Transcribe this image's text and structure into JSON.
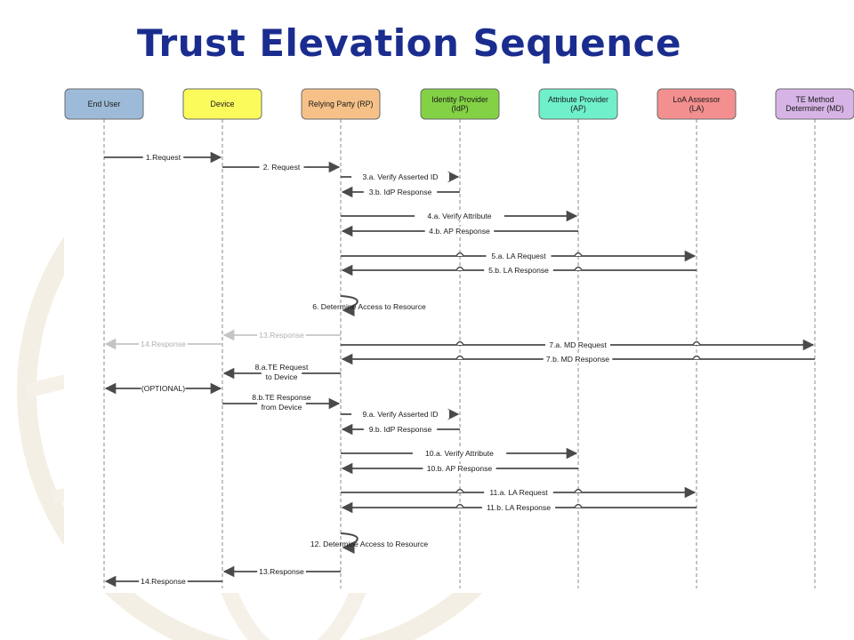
{
  "slide": {
    "title": "Trust Elevation Sequence"
  },
  "participants": [
    {
      "id": "eu",
      "lines": [
        "End User"
      ],
      "fill": "#9dbbd8"
    },
    {
      "id": "dev",
      "lines": [
        "Device"
      ],
      "fill": "#fbfb5c"
    },
    {
      "id": "rp",
      "lines": [
        "Relying Party (RP)"
      ],
      "fill": "#f6c188"
    },
    {
      "id": "idp",
      "lines": [
        "Identity Provider",
        "(IdP)"
      ],
      "fill": "#83d144"
    },
    {
      "id": "ap",
      "lines": [
        "Attribute Provider",
        "(AP)"
      ],
      "fill": "#6ff0cb"
    },
    {
      "id": "la",
      "lines": [
        "LoA Assessor",
        "(LA)"
      ],
      "fill": "#f48f8f"
    },
    {
      "id": "md",
      "lines": [
        "TE Method",
        "Determiner (MD)"
      ],
      "fill": "#d7b4e6"
    }
  ],
  "messages": [
    {
      "from": "eu",
      "to": "dev",
      "lines": [
        "1.Request"
      ]
    },
    {
      "from": "dev",
      "to": "rp",
      "lines": [
        "2. Request"
      ]
    },
    {
      "from": "rp",
      "to": "idp",
      "lines": [
        "3.a. Verify Asserted ID"
      ]
    },
    {
      "from": "idp",
      "to": "rp",
      "lines": [
        "3.b. IdP Response"
      ]
    },
    {
      "from": "rp",
      "to": "ap",
      "lines": [
        "4.a. Verify Attribute"
      ]
    },
    {
      "from": "ap",
      "to": "rp",
      "lines": [
        "4.b. AP Response"
      ]
    },
    {
      "from": "rp",
      "to": "la",
      "lines": [
        "5.a. LA Request"
      ]
    },
    {
      "from": "la",
      "to": "rp",
      "lines": [
        "5.b. LA Response"
      ]
    },
    {
      "from": "rp",
      "to": "rp",
      "self": true,
      "lines": [
        "6. Determine Access to Resource"
      ]
    },
    {
      "from": "rp",
      "to": "dev",
      "gray": true,
      "lines": [
        "13.Response"
      ]
    },
    {
      "from": "dev",
      "to": "eu",
      "gray": true,
      "lines": [
        "14.Response"
      ]
    },
    {
      "from": "rp",
      "to": "md",
      "lines": [
        "7.a. MD Request"
      ]
    },
    {
      "from": "md",
      "to": "rp",
      "lines": [
        "7.b. MD Response"
      ]
    },
    {
      "from": "rp",
      "to": "dev",
      "lines": [
        "8.a.TE Request",
        "to Device"
      ]
    },
    {
      "from": "eu",
      "to": "dev",
      "both": true,
      "lines": [
        "(OPTIONAL)"
      ]
    },
    {
      "from": "dev",
      "to": "rp",
      "lines": [
        "8.b.TE Response",
        "from Device"
      ]
    },
    {
      "from": "rp",
      "to": "idp",
      "lines": [
        "9.a. Verify Asserted ID"
      ]
    },
    {
      "from": "idp",
      "to": "rp",
      "lines": [
        "9.b. IdP Response"
      ]
    },
    {
      "from": "rp",
      "to": "ap",
      "lines": [
        "10.a. Verify Attribute"
      ]
    },
    {
      "from": "ap",
      "to": "rp",
      "lines": [
        "10.b. AP Response"
      ]
    },
    {
      "from": "rp",
      "to": "la",
      "lines": [
        "11.a. LA Request"
      ]
    },
    {
      "from": "la",
      "to": "rp",
      "lines": [
        "11.b. LA Response"
      ]
    },
    {
      "from": "rp",
      "to": "rp",
      "self": true,
      "lines": [
        "12. Determine Access to Resource"
      ]
    },
    {
      "from": "rp",
      "to": "dev",
      "lines": [
        "13.Response"
      ]
    },
    {
      "from": "dev",
      "to": "eu",
      "lines": [
        "14.Response"
      ]
    }
  ],
  "colors": {
    "title": "#1a2d8f",
    "arrow": "#4a4a4a",
    "arrow_gray": "#c4c4c4",
    "lifeline": "#888888",
    "watermark": "#f2eee3"
  }
}
